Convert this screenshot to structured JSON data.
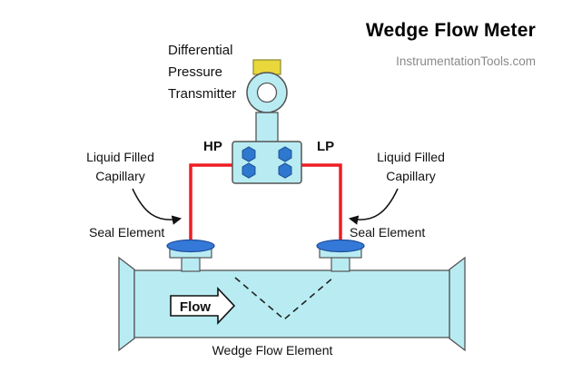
{
  "title": "Wedge Flow Meter",
  "watermark": "InstrumentationTools.com",
  "labels": {
    "transmitter": "Differential\nPressure\nTransmitter",
    "hp": "HP",
    "lp": "LP",
    "capillary_left": "Liquid Filled\nCapillary",
    "capillary_right": "Liquid Filled\nCapillary",
    "seal_left": "Seal Element",
    "seal_right": "Seal Element",
    "flow": "Flow",
    "wedge_element": "Wedge Flow Element"
  },
  "colors": {
    "pipe_fill": "#b8ecf2",
    "transmitter_fill": "#b8ecf2",
    "capillary_line": "#ee1d23",
    "bolt_fill": "#2f78cf",
    "seal_fill": "#3579d8",
    "cap_fill": "#ead73b",
    "outline": "#555555",
    "arrow_fill": "#ffffff"
  }
}
